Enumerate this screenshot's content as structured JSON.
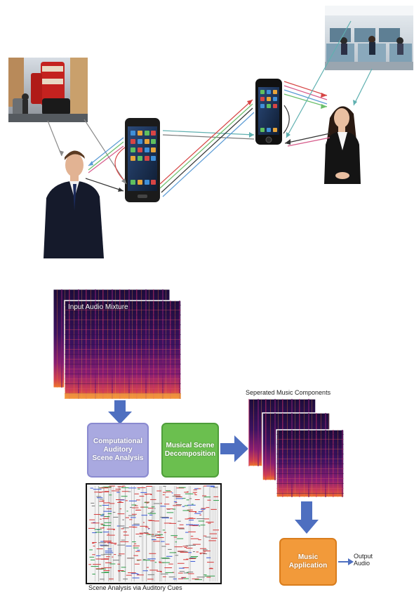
{
  "top_scene": {
    "icons": [
      "street-scene-photo",
      "office-photo",
      "man-in-suit",
      "woman-in-suit",
      "android-smartphone",
      "iphone-smartphone"
    ]
  },
  "flow": {
    "input_label": "Input Audio Mixture",
    "casa_lines": [
      "Computational",
      "Auditory",
      "Scene Analysis"
    ],
    "msd_lines": [
      "Musical Scene",
      "Decomposition"
    ],
    "separated_label": "Seperated Music Components",
    "music_app_lines": [
      "Music",
      "Application"
    ],
    "output_lines": [
      "Output",
      "Audio"
    ],
    "scene_analysis_caption": "Scene Analysis via Auditory Cues"
  },
  "colors": {
    "casa_fill": "#a9a9e0",
    "casa_border": "#8a8ad0",
    "msd_fill": "#6bbf4f",
    "msd_border": "#4f9e3a",
    "music_app_fill": "#f29a3a",
    "music_app_border": "#d97d1d",
    "arrow_blue": "#4e6fc0",
    "spectro_dark": "#1c0c3a",
    "spectro_mid": "#8a1e72",
    "spectro_hot": "#f07a2a"
  }
}
